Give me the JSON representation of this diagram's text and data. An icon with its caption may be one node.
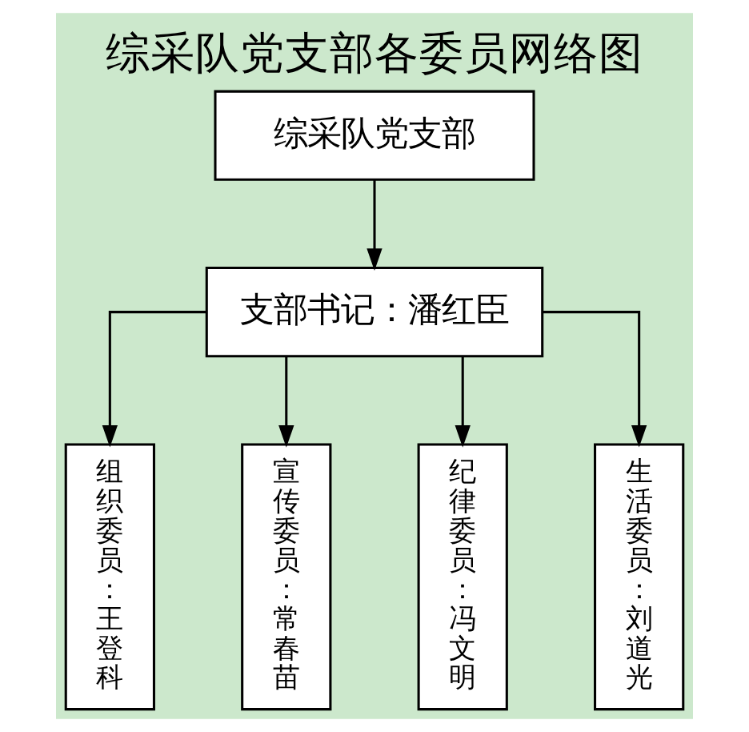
{
  "diagram": {
    "title": "综采队党支部各委员网络图",
    "nodes": [
      {
        "text": [
          "综采队党支部"
        ]
      },
      {
        "text": [
          "支部书记：潘红臣"
        ]
      },
      {
        "text": [
          "组织委员：王登科"
        ]
      },
      {
        "text": [
          "宣传委员：常春苗"
        ]
      },
      {
        "text": [
          "纪律委员：冯文明"
        ]
      },
      {
        "text": [
          "生活委员：刘道光"
        ]
      }
    ],
    "edges": [
      {
        "from": 0,
        "to": 1,
        "arrow": "to"
      },
      {
        "from": 1,
        "to": 2,
        "arrow": "to"
      },
      {
        "from": 1,
        "to": 3,
        "arrow": "to"
      },
      {
        "from": 1,
        "to": 4,
        "arrow": "to"
      },
      {
        "from": 1,
        "to": 5,
        "arrow": "to"
      }
    ]
  }
}
